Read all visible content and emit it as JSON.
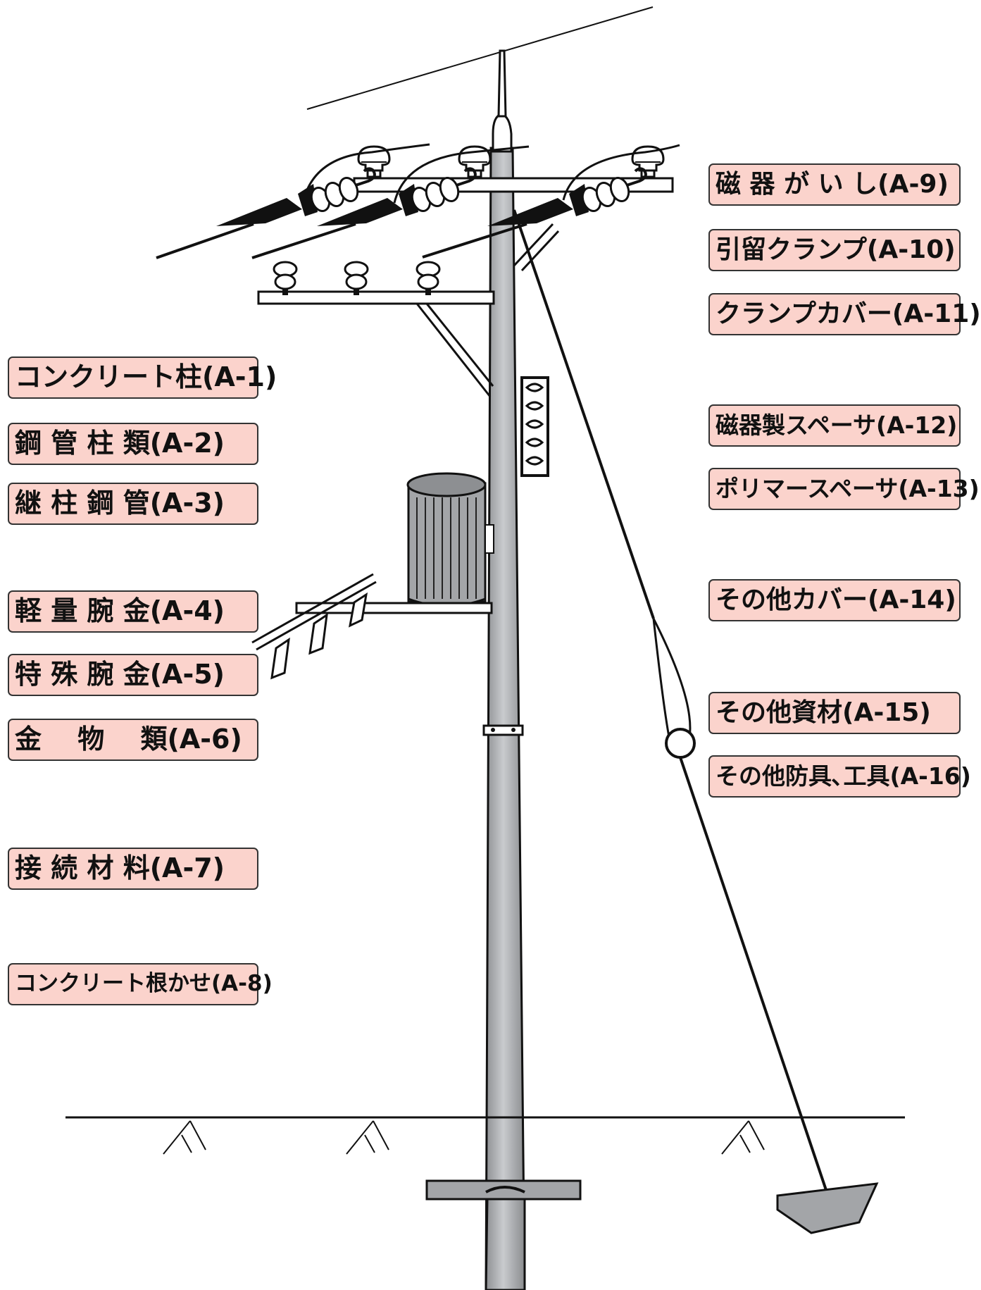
{
  "labels": {
    "a1": "コンクリート柱(A-1)",
    "a2": "鋼 管 柱 類(A-2)",
    "a3": "継 柱 鋼 管(A-3)",
    "a4": "軽 量 腕 金(A-4)",
    "a5": "特 殊 腕 金(A-5)",
    "a6": "金　 物　 類(A-6)",
    "a7": "接 続 材 料(A-7)",
    "a8": "コンクリート根かせ(A-8)",
    "a9": "磁 器 が い し(A-9)",
    "a10": "引留クランプ(A-10)",
    "a11": "クランプカバー(A-11)",
    "a12": "磁器製スペーサ(A-12)",
    "a13": "ポリマースペーサ(A-13)",
    "a14": "その他カバー(A-14)",
    "a15": "その他資材(A-15)",
    "a16": "その他防具､工具(A-16)"
  },
  "colors": {
    "label_fill": "#fbd3cc",
    "label_border": "#333333",
    "pole": "#b4b6b9",
    "equipment": "#a3a5a8",
    "line": "#111111"
  },
  "icons": {
    "pole": "concrete-pole-icon",
    "insulator": "porcelain-insulator-icon",
    "clamp": "strain-clamp-icon",
    "transformer": "pole-transformer-icon",
    "spacer": "spacer-icon",
    "guy_wire": "guy-wire-icon",
    "anchor": "anchor-plate-icon"
  }
}
